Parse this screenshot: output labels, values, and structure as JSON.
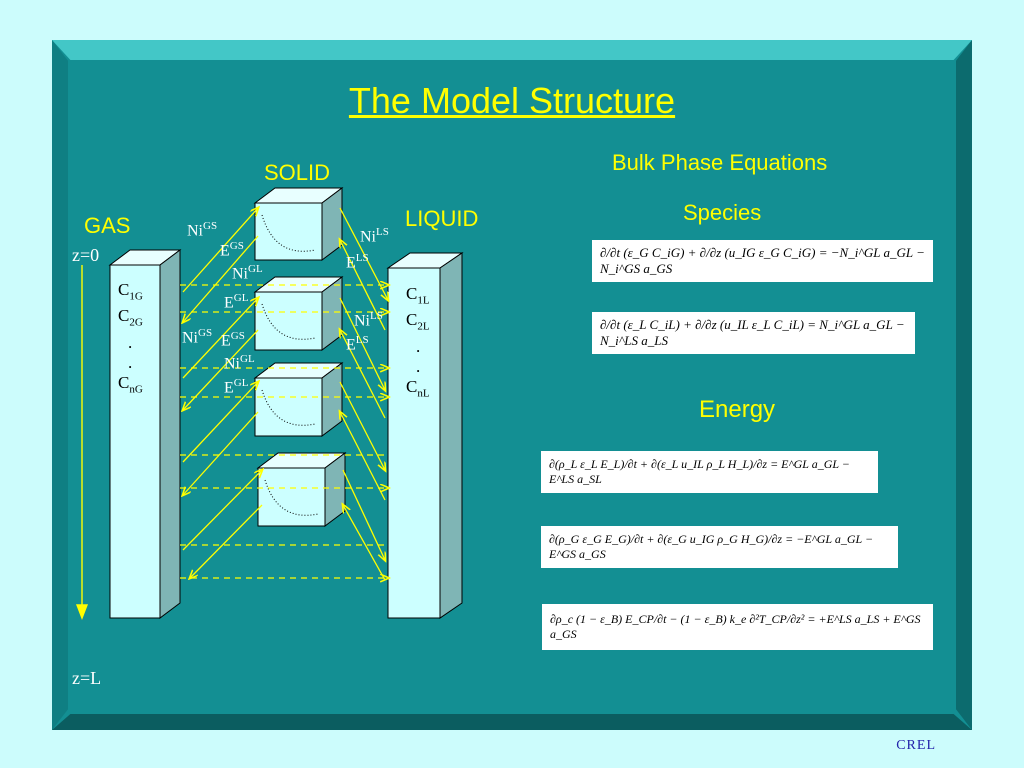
{
  "title": "The Model Structure",
  "labels": {
    "solid": "SOLID",
    "gas": "GAS",
    "liquid": "LIQUID",
    "z0": "z=0",
    "zL": "z=L"
  },
  "flux_labels": {
    "ni": "Ni",
    "e": "E",
    "gs": "GS",
    "gl": "GL",
    "ls": "LS"
  },
  "gas_column": {
    "c1": "C",
    "c1_sub": "1G",
    "c2": "C",
    "c2_sub": "2G",
    "dot": ".",
    "cn": "C",
    "cn_sub": "nG"
  },
  "liquid_column": {
    "c1": "C",
    "c1_sub": "1L",
    "c2": "C",
    "c2_sub": "2L",
    "dot": ".",
    "cn": "C",
    "cn_sub": "nL"
  },
  "right_panel": {
    "heading": "Bulk Phase Equations",
    "species": "Species",
    "energy": "Energy"
  },
  "equations": {
    "species_gas": "∂/∂t (ε_G C_iG) + ∂/∂z (u_IG ε_G C_iG) = −N_i^GL a_GL − N_i^GS a_GS",
    "species_liquid": "∂/∂t (ε_L C_iL) + ∂/∂z (u_IL ε_L C_iL) = N_i^GL a_GL − N_i^LS a_LS",
    "energy_liquid": "∂(ρ_L ε_L E_L)/∂t + ∂(ε_L u_IL ρ_L H_L)/∂z = E^GL a_GL − E^LS a_SL",
    "energy_gas": "∂(ρ_G ε_G E_G)/∂t + ∂(ε_G u_IG ρ_G H_G)/∂z = −E^GL a_GL − E^GS a_GS",
    "energy_solid": "∂ρ_c (1 − ε_B) E_CP/∂t − (1 − ε_B) k_e ∂²T_CP/∂z² = +E^LS a_LS + E^GS a_GS"
  },
  "footer": "CREL",
  "colors": {
    "background": "#ccfcfc",
    "panel": "#138f93",
    "accent": "#ffff00",
    "column": "#ccffff"
  }
}
